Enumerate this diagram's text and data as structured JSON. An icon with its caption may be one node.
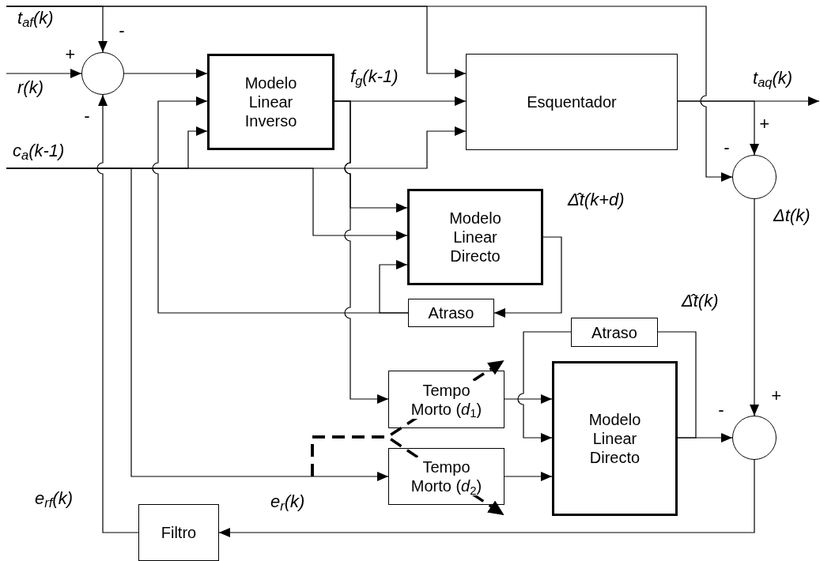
{
  "diagram": {
    "nodes": [
      {
        "text": [],
        "shape": "circle"
      },
      {
        "text": [
          "Modelo Linear Inverso"
        ]
      },
      {
        "text": [
          "Esquentador"
        ]
      },
      {
        "text": [],
        "shape": "circle"
      },
      {
        "text": [
          "Modelo Linear Directo"
        ]
      },
      {
        "text": [
          "Atraso"
        ]
      },
      {
        "text": [
          "Atraso"
        ]
      },
      {
        "text": [
          "Tempo Morto (*d*$_{1}$)"
        ]
      },
      {
        "text": [
          "Tempo Morto (*d*$_{2}$)"
        ]
      },
      {
        "text": [
          "Modelo Linear Directo"
        ]
      },
      {
        "text": [],
        "shape": "circle"
      },
      {
        "text": [
          "Filtro"
        ]
      }
    ],
    "edges": [
      {
        "from": null,
        "to": 0,
        "arrow": "to"
      },
      {
        "from": null,
        "to": 2,
        "arrow": "to"
      },
      {
        "from": null,
        "to": 3,
        "arrow": "to"
      },
      {
        "from": null,
        "to": 0,
        "arrow": "to"
      },
      {
        "from": 0,
        "to": 1,
        "arrow": "to"
      },
      {
        "from": null,
        "to": 1,
        "arrow": "to"
      },
      {
        "from": null,
        "to": 2,
        "arrow": "to"
      },
      {
        "from": null,
        "to": 4,
        "arrow": "to"
      },
      {
        "from": null,
        "to": 8,
        "arrow": "to"
      },
      {
        "from": 1,
        "to": 2,
        "arrow": "to"
      },
      {
        "from": 1,
        "to": 4,
        "arrow": "to"
      },
      {
        "from": 1,
        "to": 7,
        "arrow": "to"
      },
      {
        "from": 2,
        "to": null,
        "arrow": "to"
      },
      {
        "from": 2,
        "to": 3,
        "arrow": "to"
      },
      {
        "from": 3,
        "to": 10,
        "arrow": "to"
      },
      {
        "from": 4,
        "to": 5,
        "arrow": "to"
      },
      {
        "from": 5,
        "to": 1,
        "arrow": "to"
      },
      {
        "from": 5,
        "to": 4,
        "arrow": "to"
      },
      {
        "from": 7,
        "to": 9,
        "arrow": "to"
      },
      {
        "from": 8,
        "to": 9,
        "arrow": "to"
      },
      {
        "from": 9,
        "to": 10,
        "arrow": "to"
      },
      {
        "from": 9,
        "to": 6,
        "arrow": "none"
      },
      {
        "from": 6,
        "to": 9,
        "arrow": "to"
      },
      {
        "from": 10,
        "to": 11,
        "arrow": "to"
      },
      {
        "from": 11,
        "to": 0,
        "arrow": "to"
      },
      {
        "from": null,
        "to": 7,
        "arrow": "to",
        "style": "dashed"
      },
      {
        "from": null,
        "to": 8,
        "arrow": "to",
        "style": "dashed"
      }
    ],
    "labels": [
      "t$_{af}$(k)",
      "-",
      "+",
      "r(k)",
      "-",
      "c$_{a}$(k-1)",
      "f$_{g}$(k-1)",
      "t$_{aq}$(k)",
      "+",
      "-",
      "Δ̂t(k+d)",
      "Δt(k)",
      "Δ̂t(k)",
      "-",
      "+",
      "e$_{rf}$(k)",
      "e$_{r}$(k)"
    ]
  }
}
